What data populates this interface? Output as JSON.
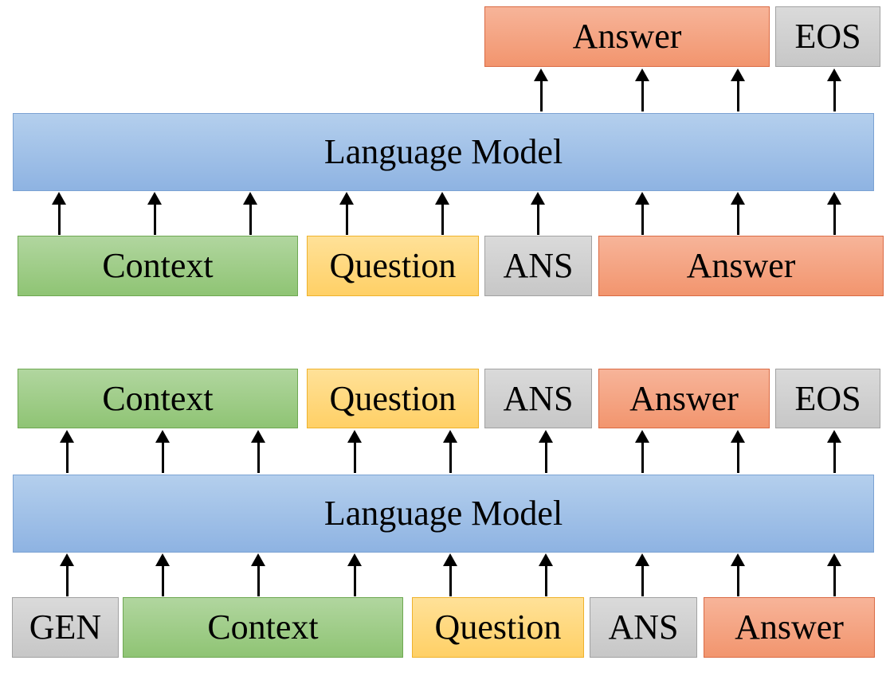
{
  "top_diagram": {
    "outputs": {
      "answer": "Answer",
      "eos": "EOS"
    },
    "model": "Language Model",
    "inputs": {
      "context": "Context",
      "question": "Question",
      "ans": "ANS",
      "answer": "Answer"
    }
  },
  "bottom_diagram": {
    "outputs": {
      "context": "Context",
      "question": "Question",
      "ans": "ANS",
      "answer": "Answer",
      "eos": "EOS"
    },
    "model": "Language Model",
    "inputs": {
      "gen": "GEN",
      "context": "Context",
      "question": "Question",
      "ans": "ANS",
      "answer": "Answer"
    }
  },
  "colors": {
    "context": "#a9d18e",
    "question": "#ffd966",
    "special_token": "#d0d0d0",
    "answer": "#f4b183",
    "language_model": "#9dc3e6"
  }
}
